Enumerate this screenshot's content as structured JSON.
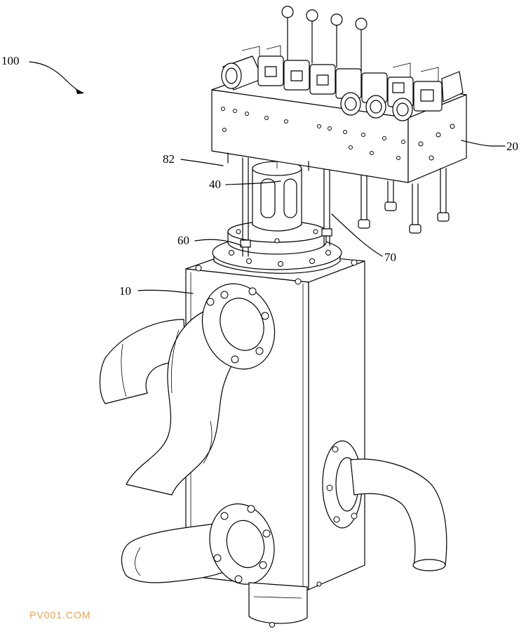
{
  "labels": {
    "assembly": "100",
    "manifold": "20",
    "part_82": "82",
    "part_40": "40",
    "part_60": "60",
    "part_70": "70",
    "body": "10"
  },
  "watermark": "PV001.COM"
}
